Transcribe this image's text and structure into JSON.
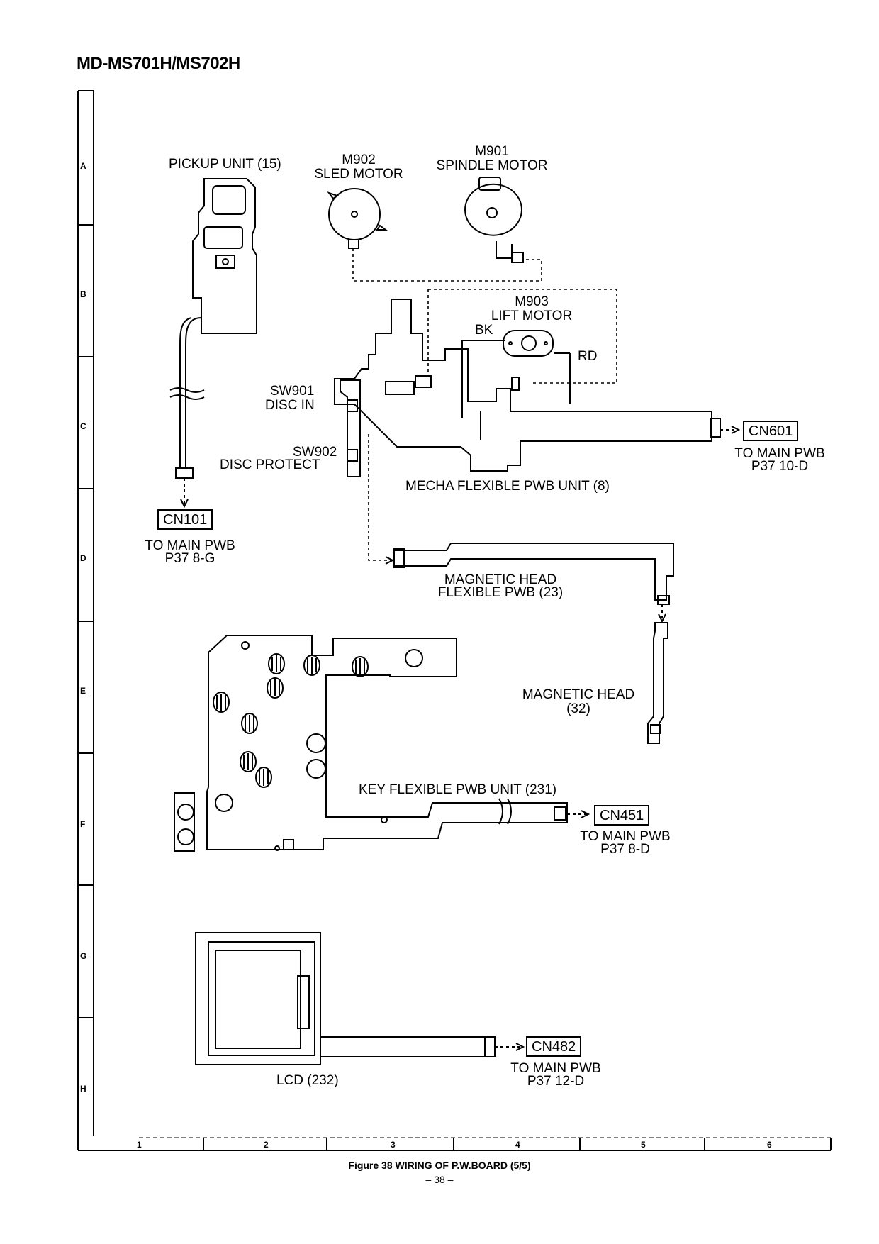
{
  "header": {
    "model": "MD-MS701H/MS702H"
  },
  "grid": {
    "rows": [
      "A",
      "B",
      "C",
      "D",
      "E",
      "F",
      "G",
      "H"
    ],
    "columns": [
      "1",
      "2",
      "3",
      "4",
      "5",
      "6"
    ]
  },
  "components": {
    "pickup_unit": "PICKUP UNIT (15)",
    "m902_ref": "M902",
    "m902_name": "SLED MOTOR",
    "m901_ref": "M901",
    "m901_name": "SPINDLE MOTOR",
    "m903_ref": "M903",
    "m903_name": "LIFT MOTOR",
    "wire_bk": "BK",
    "wire_rd": "RD",
    "sw901_ref": "SW901",
    "sw901_name": "DISC IN",
    "sw902_ref": "SW902",
    "sw902_name": "DISC PROTECT",
    "mecha_unit": "MECHA FLEXIBLE PWB UNIT (8)",
    "maghead_pwb_line1": "MAGNETIC HEAD",
    "maghead_pwb_line2": "FLEXIBLE PWB (23)",
    "maghead_line1": "MAGNETIC HEAD",
    "maghead_line2": "(32)",
    "key_unit": "KEY FLEXIBLE PWB UNIT (231)",
    "lcd": "LCD (232)"
  },
  "connectors": [
    {
      "id": "CN101",
      "dest": "TO MAIN PWB",
      "ref": "P37 8-G"
    },
    {
      "id": "CN601",
      "dest": "TO MAIN PWB",
      "ref": "P37 10-D"
    },
    {
      "id": "CN451",
      "dest": "TO MAIN PWB",
      "ref": "P37 8-D"
    },
    {
      "id": "CN482",
      "dest": "TO MAIN PWB",
      "ref": "P37 12-D"
    }
  ],
  "footer": {
    "caption": "Figure 38  WIRING OF P.W.BOARD (5/5)",
    "page": "– 38 –"
  }
}
